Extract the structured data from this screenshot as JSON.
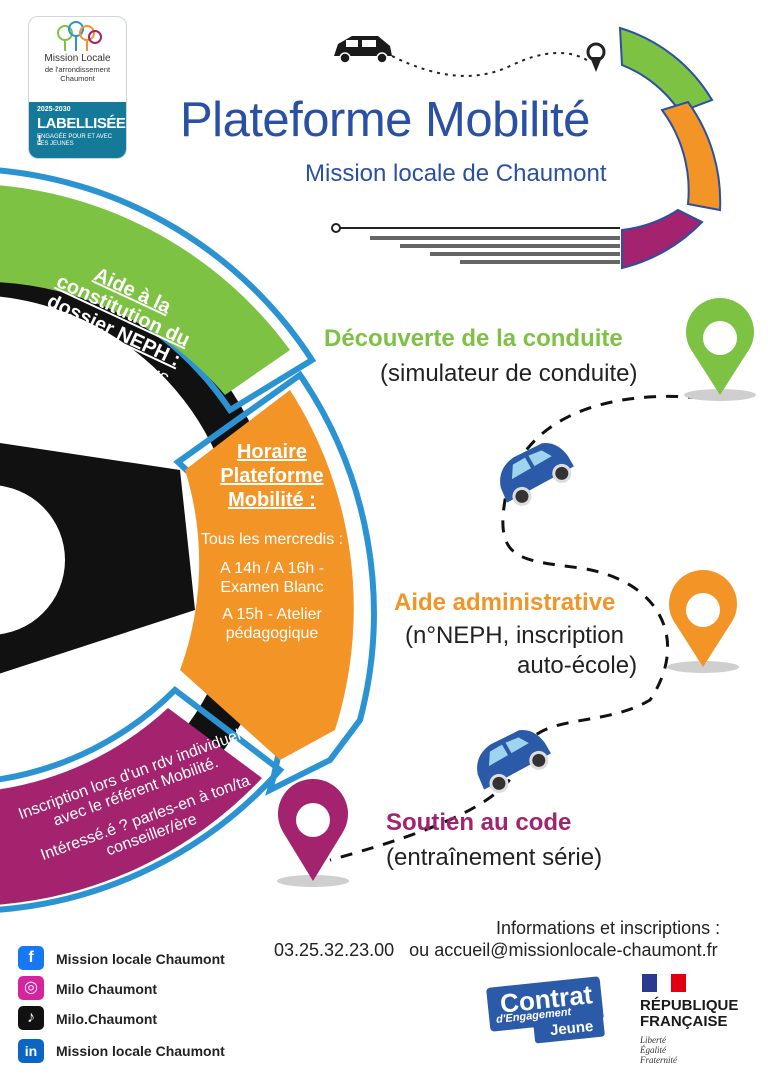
{
  "colors": {
    "blue": "#2a50a3",
    "green": "#7dc243",
    "orange": "#f39426",
    "purple": "#a3236e",
    "outline": "#2c93d3"
  },
  "logo": {
    "name": "Mission Locale",
    "subname": "de l'arrondissement Chaumont",
    "years": "2025-2030",
    "label": "LABELLISÉE !",
    "tagline": "ENGAGÉE POUR ET AVEC LES JEUNES"
  },
  "header": {
    "title": "Plateforme Mobilité",
    "subtitle": "Mission locale de Chaumont"
  },
  "panels": {
    "green": {
      "heading": "Aide à la constitution du dossier NEPH :",
      "text": "Sur rendez-vous"
    },
    "orange": {
      "heading": "Horaire Plateforme Mobilité :",
      "lines": [
        "Tous les mercredis :",
        "A 14h / A 16h - Examen Blanc",
        "A 15h - Atelier pédagogique"
      ]
    },
    "purple": {
      "line1": "Inscription lors d'un rdv individuel avec le référent Mobilité.",
      "line2": "Intéressé.é ? parles-en à ton/ta conseiller/ère"
    }
  },
  "services": [
    {
      "title": "Découverte de la conduite",
      "subtitle": "(simulateur de conduite)",
      "color": "#7dc243"
    },
    {
      "title": "Aide administrative",
      "subtitle": "(n°NEPH, inscription",
      "subtitle2": "auto-école)",
      "color": "#f39426"
    },
    {
      "title": "Soutien au code",
      "subtitle": "(entraînement série)",
      "color": "#a3236e"
    }
  ],
  "contact": {
    "title": "Informations et inscriptions :",
    "phone": "03.25.32.23.00",
    "separator": "ou",
    "email": "accueil@missionlocale-chaumont.fr"
  },
  "social": [
    {
      "icon": "facebook-icon",
      "glyph": "f",
      "label": "Mission locale Chaumont",
      "color": "#1877f2"
    },
    {
      "icon": "instagram-icon",
      "glyph": "◎",
      "label": "Milo Chaumont",
      "color": "#d6249f"
    },
    {
      "icon": "tiktok-icon",
      "glyph": "♪",
      "label": "Milo.Chaumont",
      "color": "#111111"
    },
    {
      "icon": "linkedin-icon",
      "glyph": "in",
      "label": "Mission locale Chaumont",
      "color": "#0a66c2"
    }
  ],
  "badges": {
    "cej_line1": "Contrat",
    "cej_line2": "d'Engagement",
    "cej_line3": "Jeune",
    "rf_name": "RÉPUBLIQUE FRANÇAISE",
    "rf_motto1": "Liberté",
    "rf_motto2": "Égalité",
    "rf_motto3": "Fraternité"
  }
}
